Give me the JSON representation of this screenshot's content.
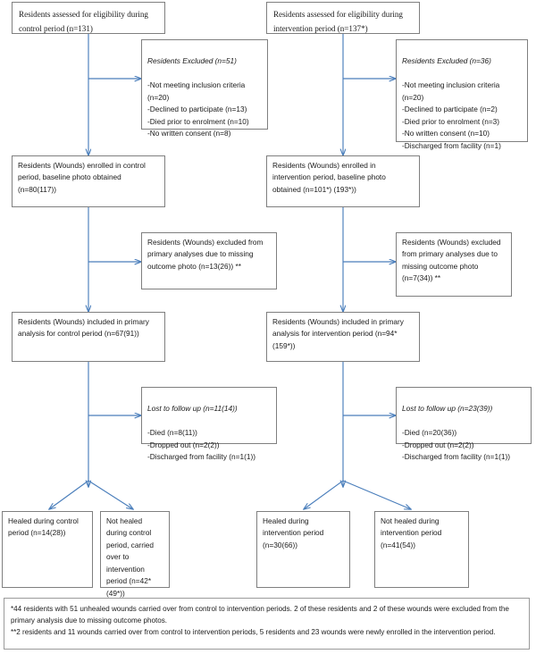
{
  "figure": {
    "type": "consort-flow-diagram",
    "arrow_color": "#4A7EBB",
    "box_border_color": "#7F7F7F",
    "columns": [
      "control period",
      "intervention period"
    ]
  },
  "control": {
    "assessed": "Residents assessed for eligibility during control period (n=131)",
    "excluded_title": "Residents Excluded (n=51)",
    "excluded_items": "-Not meeting inclusion criteria (n=20)\n-Declined to participate (n=13)\n-Died prior to enrolment (n=10)\n-No written consent (n=8)",
    "enrolled": "Residents (Wounds) enrolled in control period, baseline photo obtained (n=80(117))",
    "photo_excluded": "Residents (Wounds) excluded from primary analyses due to missing outcome photo (n=13(26)) **",
    "included": "Residents (Wounds) included in primary analysis for control period (n=67(91))",
    "lost_title": "Lost to follow up (n=11(14))",
    "lost_items": "-Died (n=8(11))\n-Dropped out (n=2(2))\n-Discharged from facility (n=1(1))",
    "healed": "Healed during control period (n=14(28))",
    "not_healed": "Not healed during control period, carried over to intervention period (n=42*(49*))"
  },
  "intervention": {
    "assessed": "Residents assessed for eligibility during intervention period (n=137*)",
    "excluded_title": "Residents Excluded (n=36)",
    "excluded_items": "-Not meeting inclusion criteria (n=20)\n-Declined to participate (n=2)\n-Died prior to enrolment (n=3)\n-No written consent (n=10)\n-Discharged from facility (n=1)",
    "enrolled": "Residents (Wounds) enrolled in intervention period, baseline photo obtained (n=101*) (193*))",
    "photo_excluded": "Residents (Wounds) excluded from primary analyses due to missing outcome photo (n=7(34)) **",
    "included": "Residents (Wounds) included in primary analysis for intervention period (n=94*(159*))",
    "lost_title": "Lost to follow up (n=23(39))",
    "lost_items": "-Died (n=20(36))\n-Dropped out (n=2(2))\n-Discharged from facility (n=1(1))",
    "healed": "Healed during intervention period (n=30(66))",
    "not_healed": "Not healed during intervention period (n=41(54))"
  },
  "footnotes": {
    "text": "*44 residents with 51 unhealed wounds carried over from control to intervention periods. 2 of these residents and 2 of these wounds were excluded from the primary analysis due to missing outcome photos.\n**2 residents and 11 wounds carried over from control to intervention periods, 5 residents and 23 wounds were newly enrolled in the intervention period."
  }
}
